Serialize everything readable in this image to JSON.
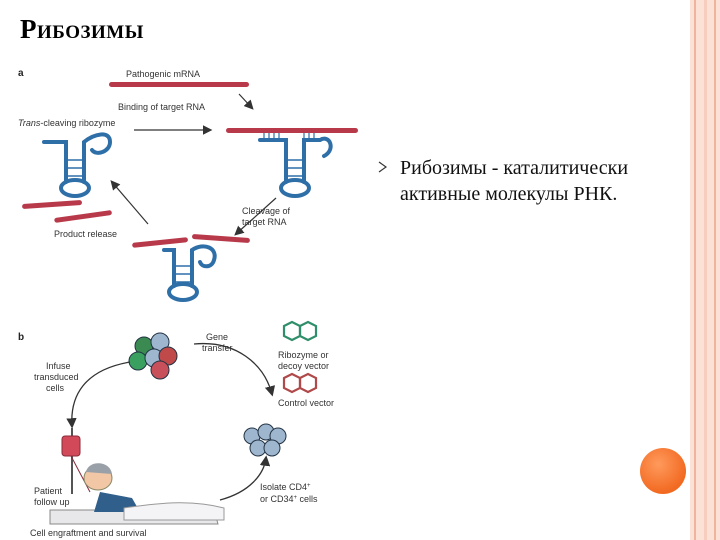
{
  "slide": {
    "title": "Рибозимы",
    "bullets": [
      "Рибозимы - каталитически активные молекулы РНК."
    ]
  },
  "figure": {
    "panel_a": {
      "label": "a",
      "pathogenic_mrna": "Pathogenic mRNA",
      "binding": "Binding of target RNA",
      "trans_prefix": "Trans",
      "trans_suffix": "-cleaving ribozyme",
      "cleavage_line1": "Cleavage of",
      "cleavage_line2": "target RNA",
      "product_release": "Product release"
    },
    "panel_b": {
      "label": "b",
      "gene_line1": "Gene",
      "gene_line2": "transfer",
      "infuse_line1": "Infuse",
      "infuse_line2": "transduced",
      "infuse_line3": "cells",
      "ribozyme_line1": "Ribozyme or",
      "ribozyme_line2": "decoy vector",
      "control_vector": "Control vector",
      "patient_line1": "Patient",
      "patient_line2": "follow up",
      "isolate_line1": "Isolate CD4",
      "isolate_line2": "or CD34",
      "isolate_line2_suffix": " cells",
      "superscript_plus": "+",
      "engraftment": "Cell engraftment and survival"
    }
  },
  "colors": {
    "accent_orange": "#f26a22",
    "stripe_pink": "#f6c7b5",
    "rna_red": "#b83a4a",
    "ribozyme_blue": "#2f6fa8",
    "vector_green": "#2f8f6a",
    "vector_red": "#b04a4a"
  },
  "icons": [
    "bullet-arrow-icon",
    "patient-icon",
    "iv-bag-icon",
    "cell-cluster-icon",
    "hexagon-vector-icon"
  ]
}
